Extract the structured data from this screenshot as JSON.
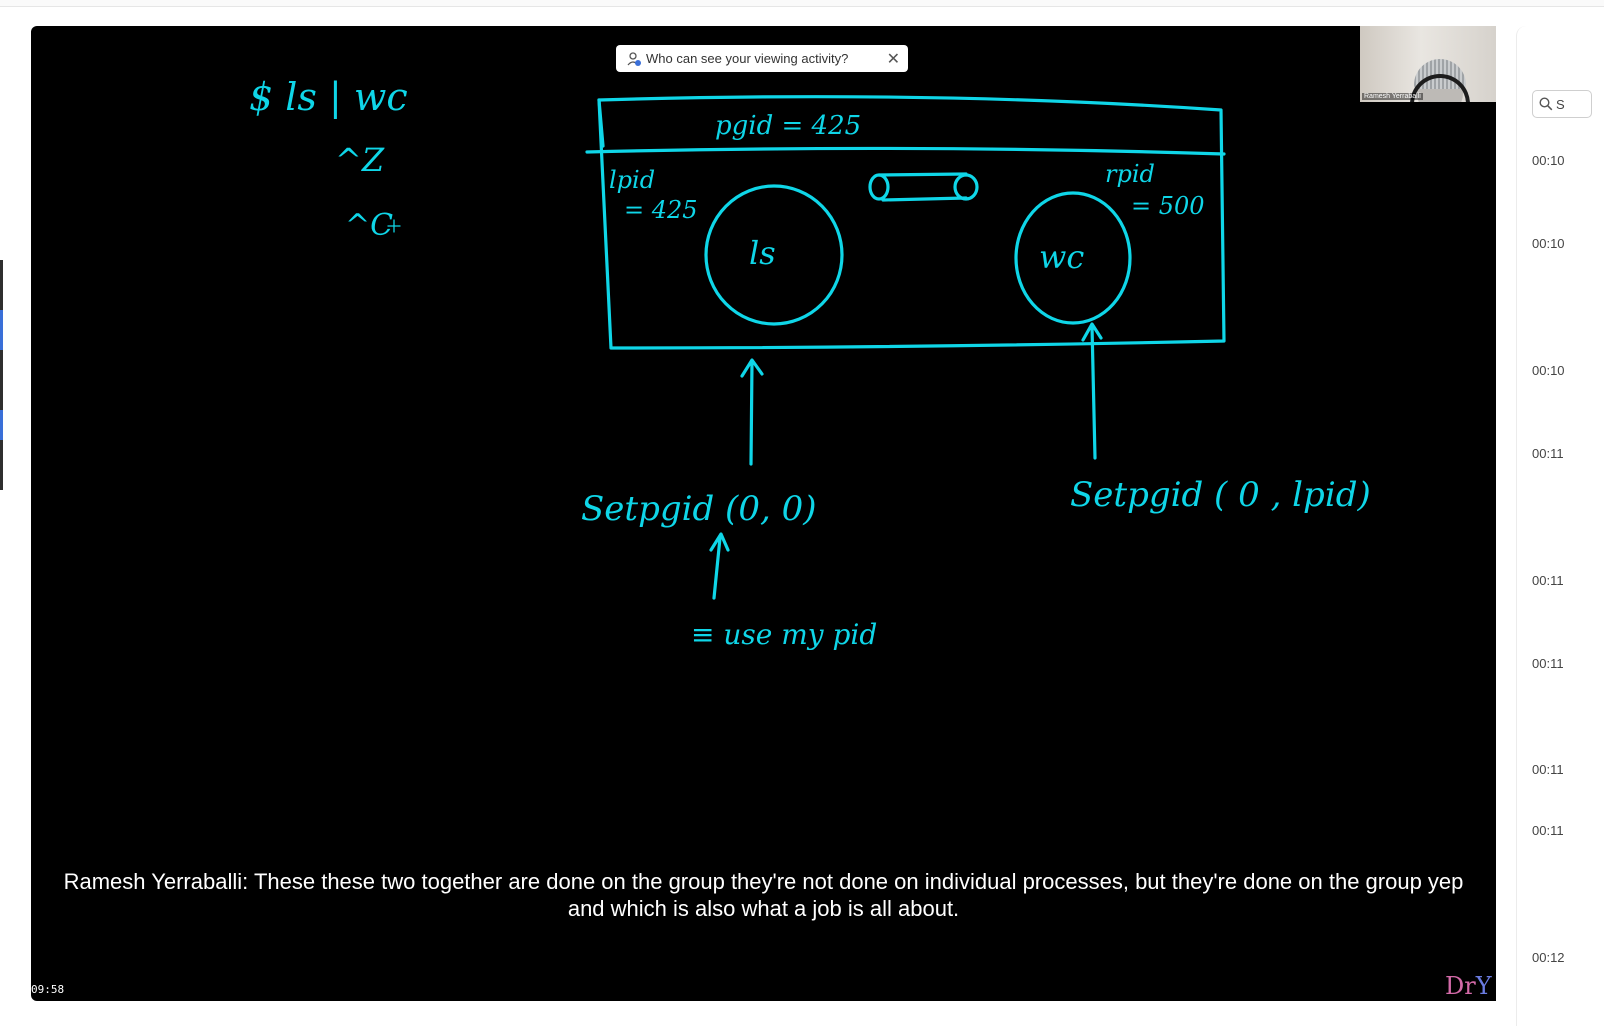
{
  "privacy_banner": {
    "text": "Who can see your viewing activity?",
    "close_glyph": "✕",
    "icon": "viewer-privacy-icon"
  },
  "speaker_video": {
    "name": "Ramesh Yerraballi"
  },
  "whiteboard": {
    "shell_command": "$ ls | wc",
    "ctrl_z": "^Z",
    "ctrl_c": "^C",
    "pgid_label": "pgid = 425",
    "left_pid_label": "lpid",
    "left_pid_value": "= 425",
    "right_pid_label": "rpid",
    "right_pid_value": "= 500",
    "left_process": "ls",
    "right_process": "wc",
    "left_call": "Setpgid (0, 0)",
    "right_call": "Setpgid ( 0 , lpid)",
    "note": "≡ use my pid"
  },
  "caption": "Ramesh Yerraballi: These these two together are done on the group they're not done on individual processes, but they're done on the group yep and which is also what a job is all about.",
  "timer": "09:58",
  "brand": {
    "dr": "Dr",
    "y": "Y"
  },
  "transcript": {
    "search_placeholder": "S",
    "timestamps": [
      "00:10",
      "00:10",
      "00:10",
      "00:11",
      "00:11",
      "00:11",
      "00:11",
      "00:11",
      "00:12"
    ]
  },
  "colors": {
    "ink": "#0fd6e8",
    "board": "#000000",
    "caption": "#ffffff"
  }
}
